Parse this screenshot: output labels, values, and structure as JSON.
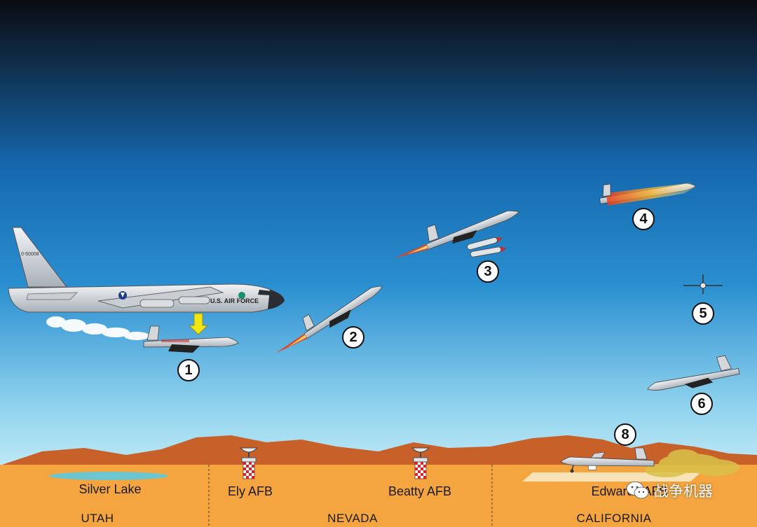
{
  "colors": {
    "sky_top": "#0a0c12",
    "sky_mid": "#1568ae",
    "sky_bottom": "#8ed2ee",
    "mountains": "#c8602a",
    "ground": "#f5a540",
    "lake": "#6cc6cf",
    "plume_hot": "#e8401c",
    "plume_warm": "#f3b22c"
  },
  "aircraft": {
    "b52_tail_number": "0-50008",
    "b52_fuselage_text": "U.S. AIR FORCE"
  },
  "steps": [
    {
      "number": "1"
    },
    {
      "number": "2"
    },
    {
      "number": "3"
    },
    {
      "number": "4"
    },
    {
      "number": "5"
    },
    {
      "number": "6"
    },
    {
      "number": "8"
    }
  ],
  "bases": [
    {
      "name": "Silver Lake"
    },
    {
      "name": "Ely AFB"
    },
    {
      "name": "Beatty AFB"
    },
    {
      "name": "Edwards AFB"
    }
  ],
  "states": [
    {
      "name": "UTAH"
    },
    {
      "name": "NEVADA"
    },
    {
      "name": "CALIFORNIA"
    }
  ],
  "watermark": {
    "text": "战争机器",
    "icon": "wechat-icon"
  }
}
